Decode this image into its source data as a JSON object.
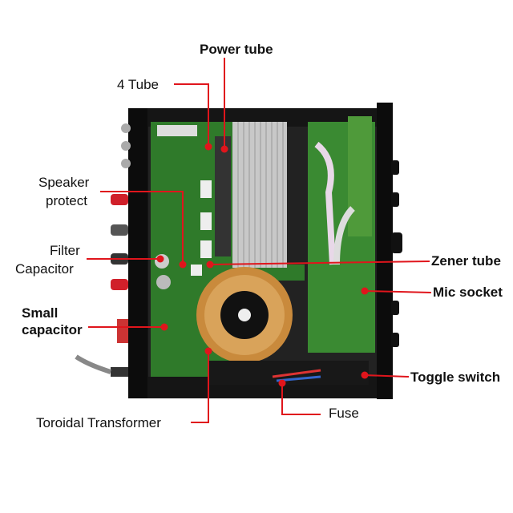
{
  "labels": {
    "power_tube": "Power tube",
    "four_tube": "4 Tube",
    "speaker_protect_1": "Speaker",
    "speaker_protect_2": "protect",
    "filter_capacitor_1": "Filter",
    "filter_capacitor_2": "Capacitor",
    "zener_tube": "Zener tube",
    "mic_socket": "Mic socket",
    "small_capacitor_1": "Small",
    "small_capacitor_2": "capacitor",
    "toggle_switch": "Toggle switch",
    "fuse": "Fuse",
    "toroidal_transformer": "Toroidal Transformer"
  },
  "colors": {
    "callout": "#e0151c",
    "pcb": "#2f7a2a",
    "chassis": "#151515",
    "heatsink": "#c8c8c8",
    "toroid": "#c98a3c"
  }
}
